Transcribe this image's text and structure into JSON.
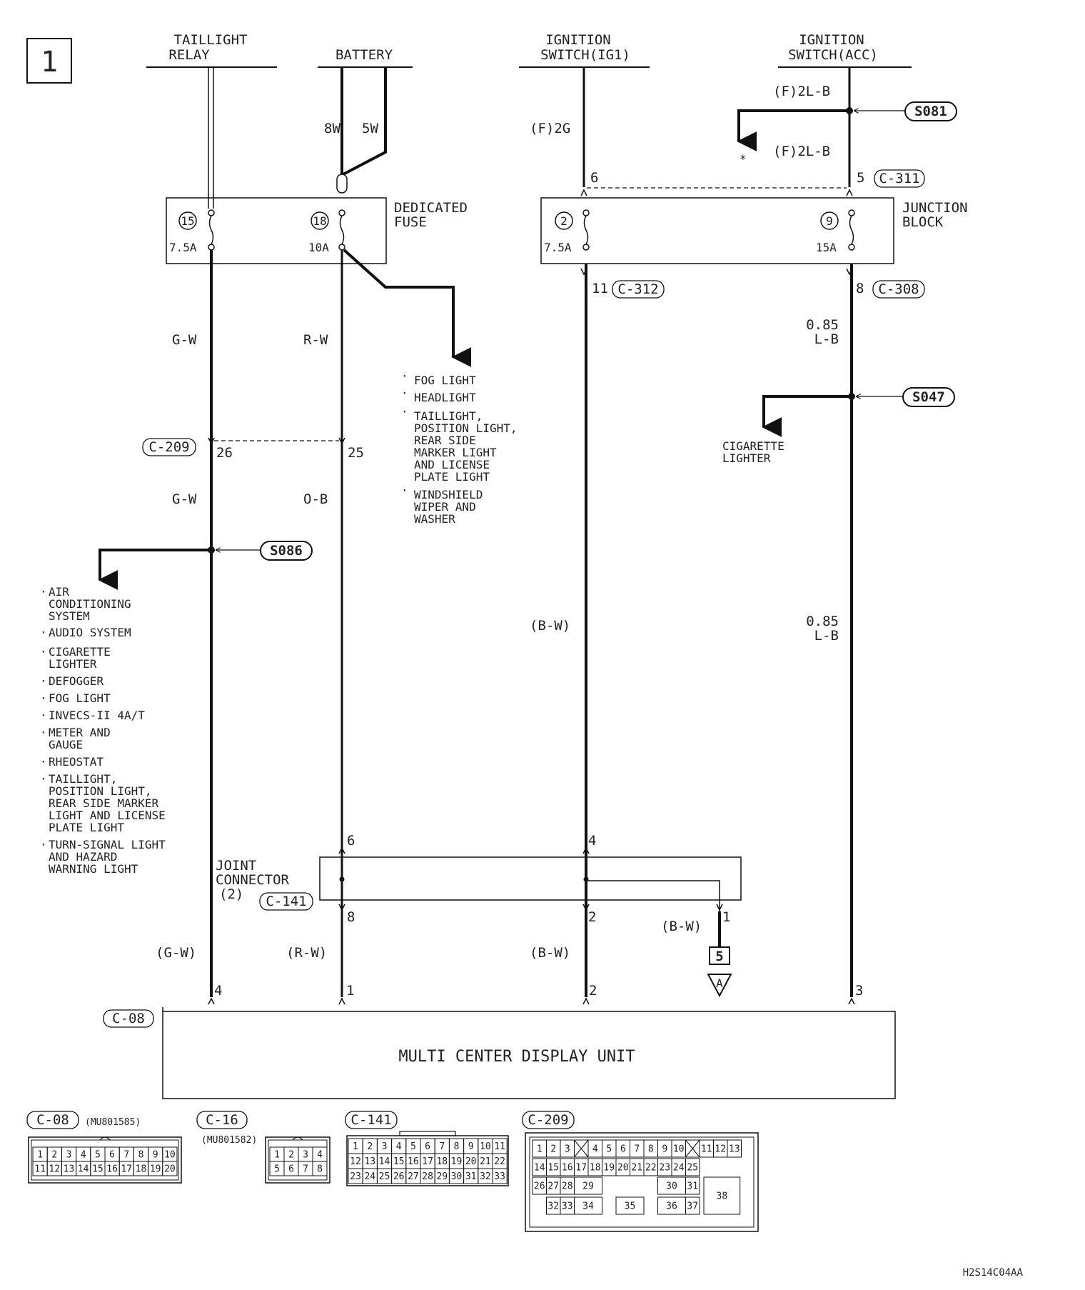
{
  "page_number": "1",
  "sources": {
    "taillight_relay": [
      "TAILLIGHT",
      "RELAY"
    ],
    "battery": "BATTERY",
    "ign_ig1": [
      "IGNITION",
      "SWITCH(IG1)"
    ],
    "ign_acc": [
      "IGNITION",
      "SWITCH(ACC)"
    ]
  },
  "battery_wires": [
    "8W",
    "5W"
  ],
  "wire_labels": {
    "ig1_top": "(F)2G",
    "acc_top": "(F)2L-B",
    "acc_branch": "(F)2L-B",
    "asterisk": "*",
    "gw1": "G-W",
    "rw1": "R-W",
    "gw2": "G-W",
    "ob": "O-B",
    "ig1_mid": "(B-W)",
    "acc_gauge1": [
      "0.85",
      "L-B"
    ],
    "acc_gauge2": [
      "0.85",
      "L-B"
    ],
    "gw_bot": "(G-W)",
    "rw_bot": "(R-W)",
    "bw_bot": "(B-W)",
    "bw_side": "(B-W)"
  },
  "splices": {
    "s081": "S081",
    "s047": "S047",
    "s086": "S086"
  },
  "dedicated_fuse": {
    "title": [
      "DEDICATED",
      "FUSE"
    ],
    "fuse15": {
      "num": "15",
      "amp": "7.5A"
    },
    "fuse18": {
      "num": "18",
      "amp": "10A"
    }
  },
  "junction_block": {
    "title": [
      "JUNCTION",
      "BLOCK"
    ],
    "fuse2": {
      "num": "2",
      "amp": "7.5A"
    },
    "fuse9": {
      "num": "9",
      "amp": "15A"
    }
  },
  "pins": {
    "jb_in_ig1": "6",
    "jb_in_acc": "5",
    "jb_out_ig1": "11",
    "jb_out_acc": "8",
    "c209_a": "26",
    "c209_b": "25",
    "jc_in_a": "6",
    "jc_in_b": "4",
    "jc_out_a": "8",
    "jc_out_b": "2",
    "jc_out_c": "1",
    "mcd_1": "4",
    "mcd_2": "1",
    "mcd_3": "2",
    "mcd_4": "3"
  },
  "connectors": {
    "c311": "C-311",
    "c312": "C-312",
    "c308": "C-308",
    "c209": "C-209",
    "c141": "C-141",
    "c08": "C-08"
  },
  "fog_branch_items": [
    [
      "FOG LIGHT"
    ],
    [
      "HEADLIGHT"
    ],
    [
      "TAILLIGHT,",
      "POSITION LIGHT,",
      "REAR SIDE",
      "MARKER LIGHT",
      "AND LICENSE",
      "PLATE LIGHT"
    ],
    [
      "WINDSHIELD",
      "WIPER AND",
      "WASHER"
    ]
  ],
  "cigarette_lighter": [
    "CIGARETTE",
    "LIGHTER"
  ],
  "s086_items": [
    [
      "AIR",
      "CONDITIONING",
      "SYSTEM"
    ],
    [
      "AUDIO SYSTEM"
    ],
    [
      "CIGARETTE",
      "LIGHTER"
    ],
    [
      "DEFOGGER"
    ],
    [
      "FOG LIGHT"
    ],
    [
      "INVECS-II 4A/T"
    ],
    [
      "METER AND",
      "GAUGE"
    ],
    [
      "RHEOSTAT"
    ],
    [
      "TAILLIGHT,",
      "POSITION LIGHT,",
      "REAR SIDE MARKER",
      "LIGHT AND LICENSE",
      "PLATE LIGHT"
    ],
    [
      "TURN-SIGNAL LIGHT",
      "AND HAZARD",
      "WARNING LIGHT"
    ]
  ],
  "joint_connector": [
    "JOINT",
    "CONNECTOR",
    "(2)"
  ],
  "ref_box": "5",
  "ref_triangle": "A",
  "mcd_unit": "MULTI CENTER DISPLAY UNIT",
  "connector_views": {
    "c08": {
      "label": "C-08",
      "part": "(MU801585)",
      "rows": [
        [
          "1",
          "2",
          "3",
          "4",
          "5",
          "6",
          "7",
          "8",
          "9",
          "10"
        ],
        [
          "11",
          "12",
          "13",
          "14",
          "15",
          "16",
          "17",
          "18",
          "19",
          "20"
        ]
      ]
    },
    "c16": {
      "label": "C-16",
      "part": "(MU801582)",
      "rows": [
        [
          "1",
          "2",
          "3",
          "4"
        ],
        [
          "5",
          "6",
          "7",
          "8"
        ]
      ]
    },
    "c141": {
      "label": "C-141",
      "rows": [
        [
          "1",
          "2",
          "3",
          "4",
          "5",
          "6",
          "7",
          "8",
          "9",
          "10",
          "11"
        ],
        [
          "12",
          "13",
          "14",
          "15",
          "16",
          "17",
          "18",
          "19",
          "20",
          "21",
          "22"
        ],
        [
          "23",
          "24",
          "25",
          "26",
          "27",
          "28",
          "29",
          "30",
          "31",
          "32",
          "33"
        ]
      ]
    },
    "c209": {
      "label": "C-209",
      "row1": [
        "1",
        "2",
        "3",
        "X",
        "4",
        "5",
        "6",
        "7",
        "8",
        "9",
        "10",
        "X",
        "11",
        "12",
        "13"
      ],
      "row2": [
        "14",
        "15",
        "16",
        "17",
        "18",
        "19",
        "20",
        "21",
        "22",
        "23",
        "24",
        "25"
      ],
      "row3": [
        "26",
        "27",
        "28",
        "29",
        "30",
        "31"
      ],
      "row4": [
        "32",
        "33",
        "34",
        "35",
        "36",
        "37"
      ],
      "big": "38"
    }
  },
  "diagram_code": "H2S14C04AA"
}
